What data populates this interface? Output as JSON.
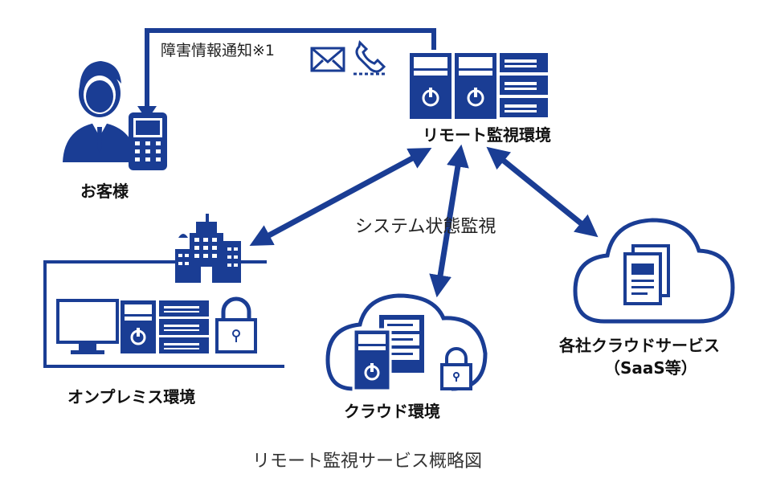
{
  "diagram": {
    "notification_label": "障害情報通知※1",
    "monitoring_label": "システム状態監視",
    "caption": "リモート監視サービス概略図",
    "nodes": {
      "remote": "リモート監視環境",
      "customer": "お客様",
      "onprem": "オンプレミス環境",
      "cloud": "クラウド環境",
      "saas_line1": "各社クラウドサービス",
      "saas_line2": "（SaaS等）"
    },
    "colors": {
      "primary": "#1a3d94",
      "white": "#ffffff",
      "text": "#111111"
    }
  }
}
